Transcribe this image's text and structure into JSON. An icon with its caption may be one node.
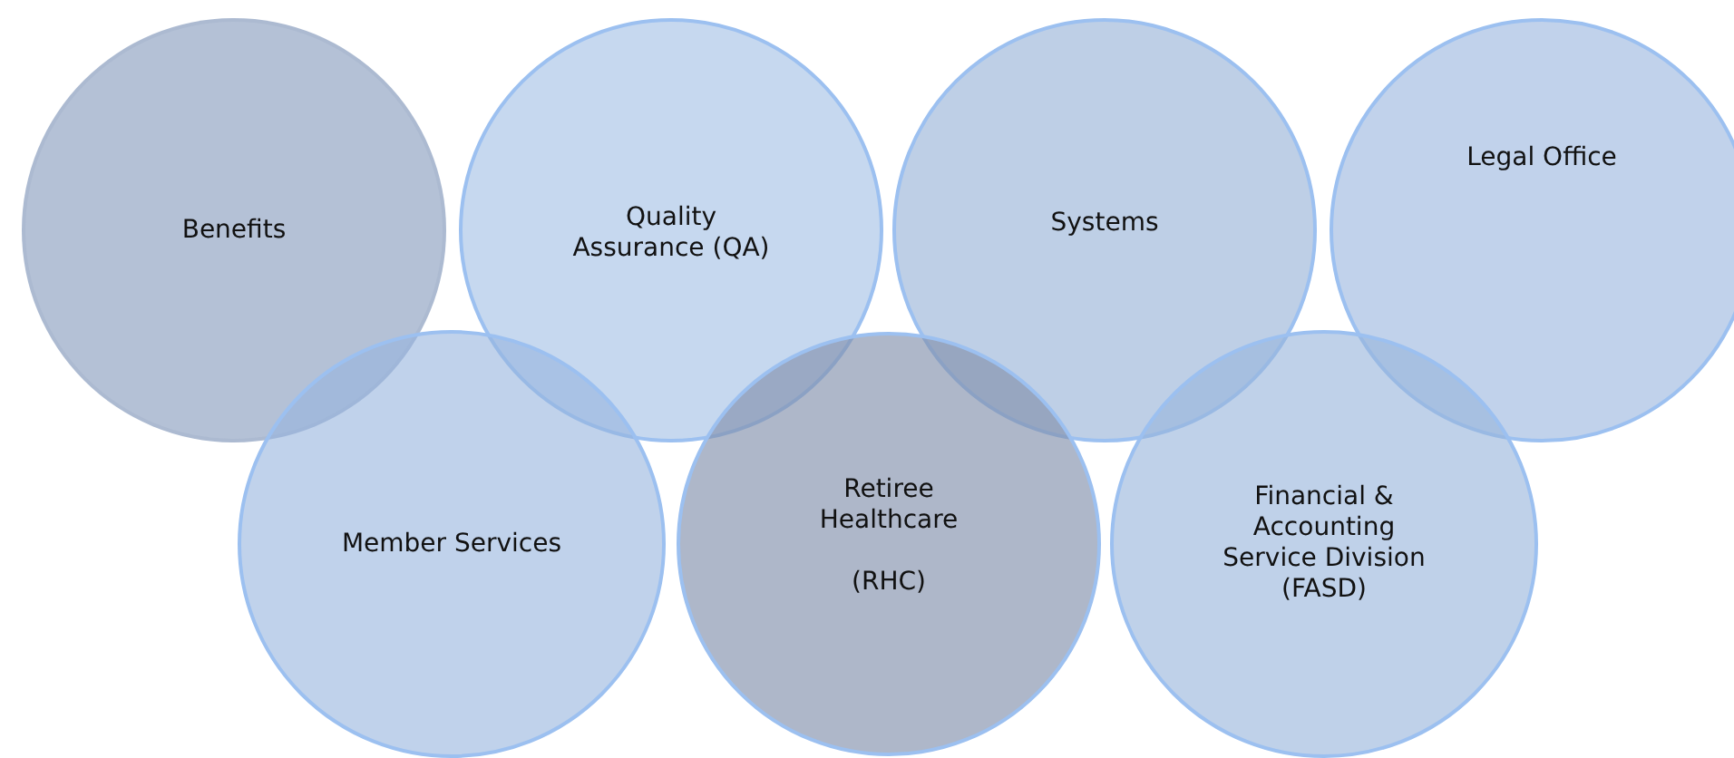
{
  "diagram": {
    "nodes": [
      {
        "text": [
          "Benefits"
        ]
      },
      {
        "text": [
          "Quality Assurance (QA)"
        ]
      },
      {
        "text": [
          "Systems"
        ]
      },
      {
        "text": [
          "Legal Office"
        ]
      },
      {
        "text": [
          "Member Services"
        ]
      },
      {
        "text": [
          "Retiree Healthcare",
          "(RHC)"
        ]
      },
      {
        "text": [
          "Financial & Accounting Service Division (FASD)"
        ]
      }
    ]
  }
}
